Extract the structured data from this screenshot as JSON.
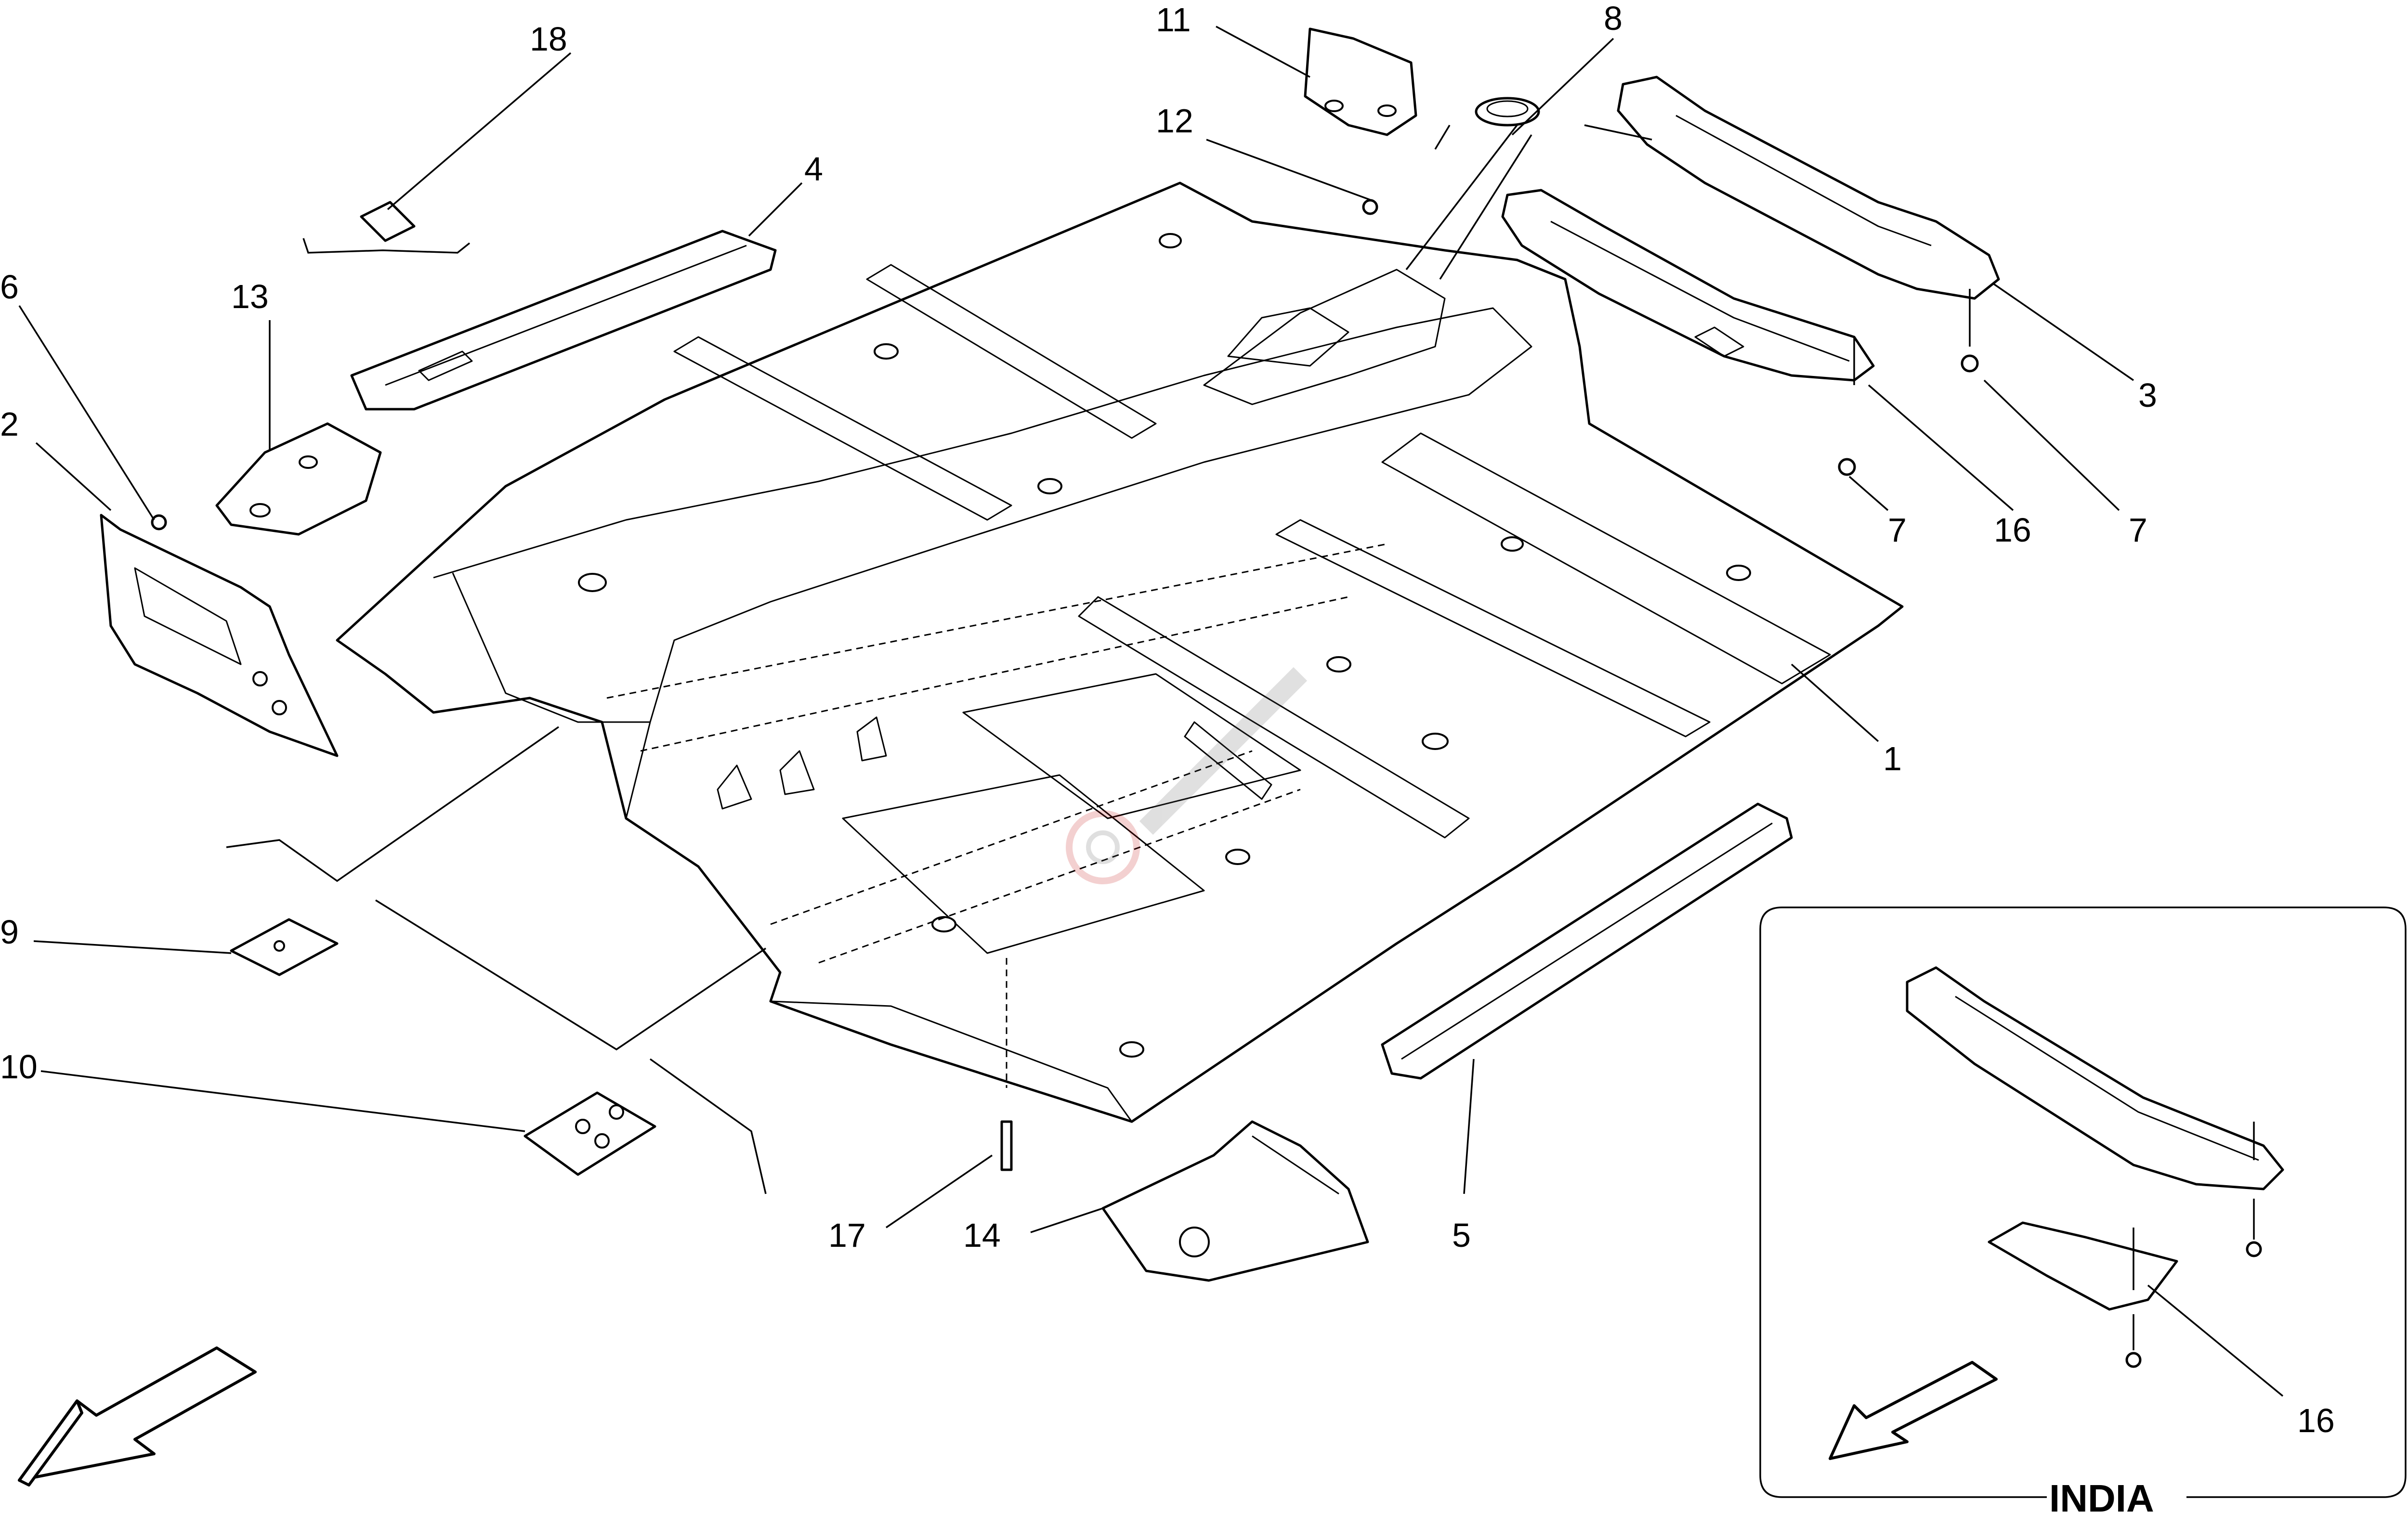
{
  "callouts": {
    "c1": "1",
    "c2": "2",
    "c3": "3",
    "c4": "4",
    "c5": "5",
    "c6": "6",
    "c7a": "7",
    "c7b": "7",
    "c8": "8",
    "c9": "9",
    "c10": "10",
    "c11": "11",
    "c12": "12",
    "c13": "13",
    "c14": "14",
    "c16a": "16",
    "c16b": "16",
    "c17": "17",
    "c18": "18"
  },
  "inset": {
    "label": "INDIA"
  },
  "icons": [
    "direction-arrow-icon",
    "inset-direction-arrow-icon"
  ]
}
